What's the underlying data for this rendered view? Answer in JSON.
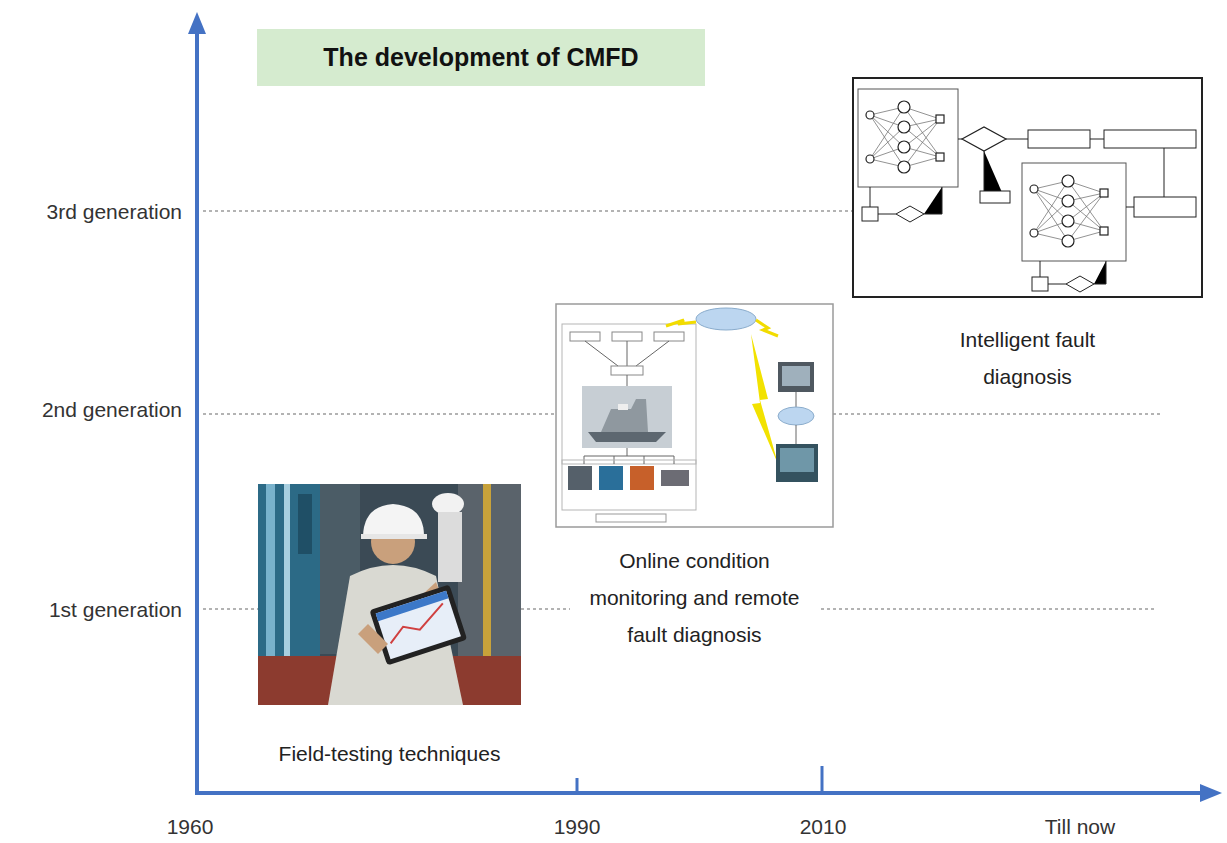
{
  "diagram": {
    "title": "The development of CMFD",
    "nodes": [
      {
        "text": [
          "Field-testing techniques"
        ]
      },
      {
        "text": [
          "Online condition monitoring and remote fault diagnosis"
        ]
      },
      {
        "text": [
          "Intelligent fault diagnosis"
        ]
      }
    ],
    "labels": [
      "3rd generation",
      "2nd generation",
      "1st generation",
      "1960",
      "1990",
      "2010",
      "Till now"
    ]
  }
}
